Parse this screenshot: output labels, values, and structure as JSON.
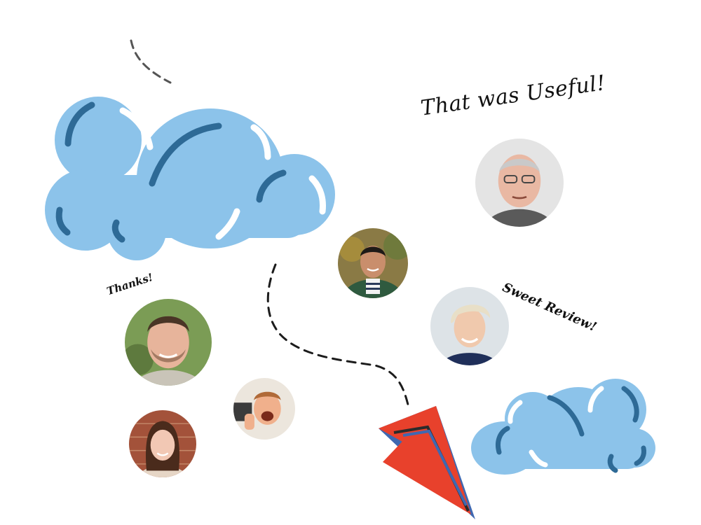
{
  "captions": {
    "useful": "That was Useful!",
    "thanks": "Thanks!",
    "sweet": "Sweet Review!"
  },
  "people": [
    {
      "name": "older-man-glasses",
      "skin": "#e9b8a3",
      "hair": "#c9c9c9",
      "shirt": "#5a5a5a",
      "bg": "#e4e4e4"
    },
    {
      "name": "man-striped-shirt",
      "skin": "#c98e6c",
      "hair": "#1e1a17",
      "shirt": "#2f5a3f",
      "bg": "#8a7a45"
    },
    {
      "name": "woman-blonde",
      "skin": "#f0c9ad",
      "hair": "#e8dfc7",
      "shirt": "#1f2f5a",
      "bg": "#dde3e7"
    },
    {
      "name": "bearded-man",
      "skin": "#e7b49b",
      "hair": "#4a3526",
      "shirt": "#c9c4b8",
      "bg": "#7b9c55"
    },
    {
      "name": "excited-man",
      "skin": "#f0b08c",
      "hair": "#b06a38",
      "shirt": "#3b3b3b",
      "bg": "#ece6dd"
    },
    {
      "name": "woman-brown-hair",
      "skin": "#f2c8b4",
      "hair": "#4a2b1c",
      "shirt": "#e6d6c6",
      "bg": "#a3523a"
    }
  ],
  "colors": {
    "cloud_fill": "#8cc3ea",
    "cloud_shadow": "#2e6a96",
    "cloud_highlight": "#ffffff",
    "plane_red": "#e8412c",
    "plane_blue": "#3f68b1",
    "plane_dark": "#2b2b2b",
    "trail": "#1c1c1c"
  }
}
